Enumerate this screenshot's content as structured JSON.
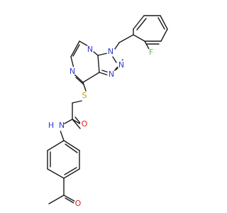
{
  "molecule": {
    "colors": {
      "bond": "#1a1a1a",
      "carbon_text": "#1a1a1a",
      "nitrogen": "#2f3bd6",
      "oxygen": "#e0201b",
      "sulfur": "#c8a400",
      "fluorine": "#6fbf3a"
    },
    "labels": {
      "n_pyrimidine_top": "N",
      "n_pyrimidine_left": "N",
      "n_triazole_3": "N",
      "n_triazole_2": "N",
      "n_triazole_1": "N",
      "fluorine": "F",
      "sulfur": "S",
      "amide_oxygen": "O",
      "amide_nitrogen": "N",
      "amide_hydrogen": "H",
      "acetyl_oxygen": "O"
    }
  }
}
